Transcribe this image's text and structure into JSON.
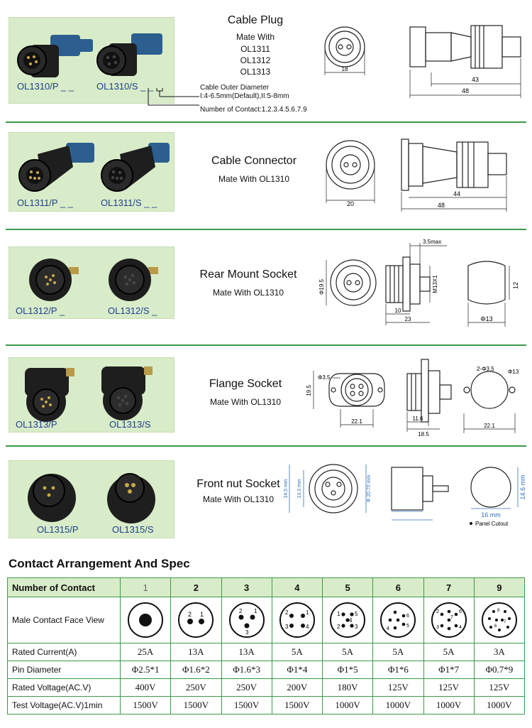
{
  "products": [
    {
      "title": "Cable Plug",
      "mate_label": "Mate With",
      "mate_list": [
        "OL1311",
        "OL1312",
        "OL1313"
      ],
      "model_p": "OL1310/P _ _",
      "model_s": "OL1310/S _ _",
      "note_diameter_1": "Cable Outer Diameter",
      "note_diameter_2": "I:4-6.5mm(Default),II:5-8mm",
      "note_contacts": "Number of Contact:1.2.3.4.5.6.7.9",
      "dims": [
        "18",
        "43",
        "48"
      ]
    },
    {
      "title": "Cable Connector",
      "mate": "Mate With OL1310",
      "model_p": "OL1311/P _ _",
      "model_s": "OL1311/S _ _",
      "dims": [
        "20",
        "44",
        "48"
      ]
    },
    {
      "title": "Rear Mount Socket",
      "mate": "Mate With OL1310",
      "model_p": "OL1312/P _",
      "model_s": "OL1312/S _",
      "dims": [
        "3.5max",
        "Φ19.5",
        "M13X1",
        "10",
        "23",
        "12",
        "Φ13"
      ]
    },
    {
      "title": "Flange Socket",
      "mate": "Mate With OL1310",
      "model_p": "OL1313/P",
      "model_s": "OL1313/S",
      "dims": [
        "19.5",
        "Φ3.5",
        "22.1",
        "11.6",
        "18.5",
        "2-Φ3.5",
        "Φ13",
        "22.1"
      ]
    },
    {
      "title": "Front nut Socket",
      "mate": "Mate With OL1310",
      "model_p": "OL1315/P",
      "model_s": "OL1315/S",
      "dims": [
        "14.5 mm",
        "13.3 mm",
        "Φ 20.70 mm",
        "14.6 mm",
        "16 mm"
      ],
      "panel_cutout": "Panel Cutout"
    }
  ],
  "spec": {
    "heading": "Contact Arrangement And Spec",
    "row_labels": [
      "Number of Contact",
      "Male Contact Face View",
      "Rated Current(A)",
      "Pin Diameter",
      "Rated Voltage(AC.V)",
      "Test Voltage(AC.V)1min"
    ],
    "columns": [
      {
        "count": "1",
        "current": "25A",
        "pin": "Φ2.5*1",
        "rated": "400V",
        "test": "1500V"
      },
      {
        "count": "2",
        "current": "13A",
        "pin": "Φ1.6*2",
        "rated": "250V",
        "test": "1500V"
      },
      {
        "count": "3",
        "current": "13A",
        "pin": "Φ1.6*3",
        "rated": "250V",
        "test": "1500V"
      },
      {
        "count": "4",
        "current": "5A",
        "pin": "Φ1*4",
        "rated": "200V",
        "test": "1500V"
      },
      {
        "count": "5",
        "current": "5A",
        "pin": "Φ1*5",
        "rated": "180V",
        "test": "1000V"
      },
      {
        "count": "6",
        "current": "5A",
        "pin": "Φ1*6",
        "rated": "125V",
        "test": "1000V"
      },
      {
        "count": "7",
        "current": "5A",
        "pin": "Φ1*7",
        "rated": "125V",
        "test": "1000V"
      },
      {
        "count": "9",
        "current": "3A",
        "pin": "Φ0.7*9",
        "rated": "125V",
        "test": "1000V"
      }
    ]
  },
  "colors": {
    "accent": "#3a9a4a",
    "photo_bg": "#d9ecc9",
    "model_text": "#1c3f8c",
    "connector_blue": "#2c5f8f",
    "connector_black": "#1e1e1e",
    "dim_blue": "#2f6fc0"
  }
}
